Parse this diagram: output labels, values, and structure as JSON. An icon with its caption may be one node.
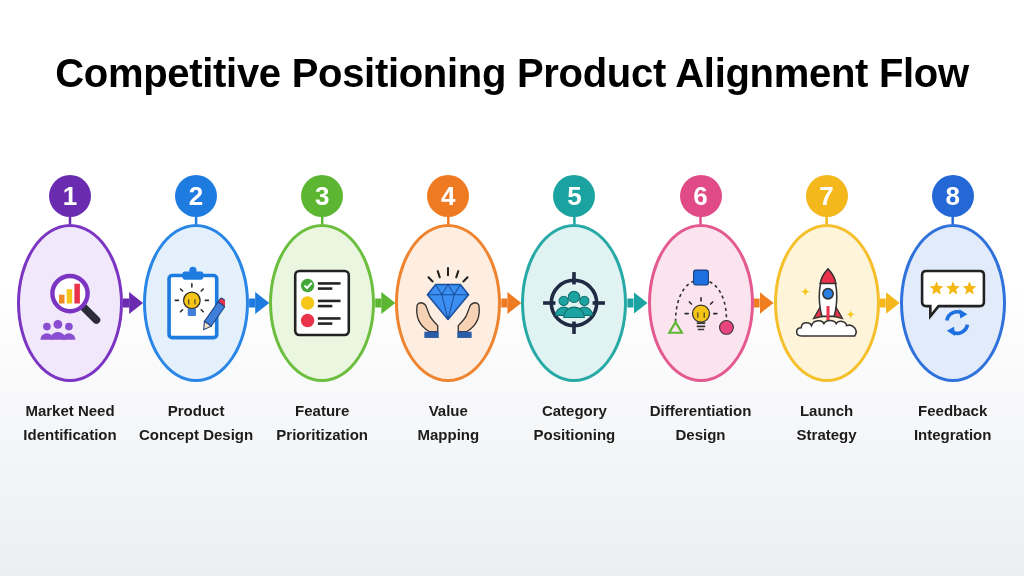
{
  "diagram": {
    "title": "Competitive Positioning Product Alignment Flow",
    "nodes": [
      {
        "text": [
          "1"
        ]
      },
      {
        "text": [
          "Market Need Identification"
        ]
      },
      {
        "text": [
          "2"
        ]
      },
      {
        "text": [
          "Product Concept Design"
        ]
      },
      {
        "text": [
          "3"
        ]
      },
      {
        "text": [
          "Feature Prioritization"
        ]
      },
      {
        "text": [
          "4"
        ]
      },
      {
        "text": [
          "Value Mapping"
        ]
      },
      {
        "text": [
          "5"
        ]
      },
      {
        "text": [
          "Category Positioning"
        ]
      },
      {
        "text": [
          "6"
        ]
      },
      {
        "text": [
          "Differentiation Design"
        ]
      },
      {
        "text": [
          "7"
        ]
      },
      {
        "text": [
          "Launch Strategy"
        ]
      },
      {
        "text": [
          "8"
        ]
      },
      {
        "text": [
          "Feedback Integration"
        ]
      }
    ],
    "edges": [
      {
        "from": 0,
        "to": 1,
        "arrow": "none",
        "color": "#6a2bb0"
      },
      {
        "from": 2,
        "to": 3,
        "arrow": "none",
        "color": "#1e7be0"
      },
      {
        "from": 4,
        "to": 5,
        "arrow": "none",
        "color": "#5db632"
      },
      {
        "from": 6,
        "to": 7,
        "arrow": "none",
        "color": "#ee7a22"
      },
      {
        "from": 8,
        "to": 9,
        "arrow": "none",
        "color": "#1aa3a0"
      },
      {
        "from": 10,
        "to": 11,
        "arrow": "none",
        "color": "#e04a86"
      },
      {
        "from": 12,
        "to": 13,
        "arrow": "none",
        "color": "#f4b81c"
      },
      {
        "from": 14,
        "to": 15,
        "arrow": "none",
        "color": "#2468d6"
      },
      {
        "from": 1,
        "to": 3,
        "arrow": "to",
        "style": "thick",
        "color": "#6a2bb0"
      },
      {
        "from": 3,
        "to": 5,
        "arrow": "to",
        "style": "thick",
        "color": "#1e7be0"
      },
      {
        "from": 5,
        "to": 7,
        "arrow": "to",
        "style": "thick",
        "color": "#5db632"
      },
      {
        "from": 7,
        "to": 9,
        "arrow": "to",
        "style": "thick",
        "color": "#ee7a22"
      },
      {
        "from": 9,
        "to": 11,
        "arrow": "to",
        "style": "thick",
        "color": "#1aa3a0"
      },
      {
        "from": 11,
        "to": 13,
        "arrow": "to",
        "style": "thick",
        "color": "#f07e1e"
      },
      {
        "from": 13,
        "to": 15,
        "arrow": "to",
        "style": "thick",
        "color": "#f4b81c"
      }
    ]
  }
}
